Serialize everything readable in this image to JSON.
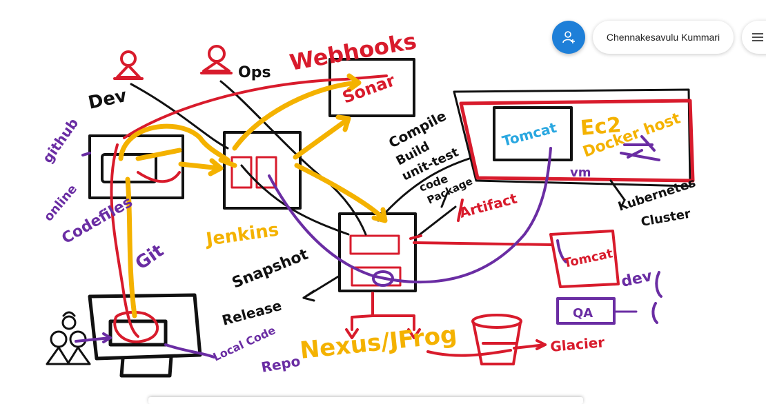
{
  "toolbar": {
    "user_name": "Chennakesavulu Kummari",
    "invite_icon": "add-person-icon",
    "menu_icon": "hamburger-menu-icon",
    "accent_color": "#1e7fd8"
  },
  "whiteboard": {
    "labels": {
      "dev": "Dev",
      "ops": "Ops",
      "github": "github",
      "webhooks": "Webhooks",
      "sonar": "Sonar",
      "compile_steps": [
        "Compile",
        "Build",
        "unit-test",
        "code",
        "Package"
      ],
      "tomcat_top": "Tomcat",
      "ec2": "Ec2",
      "docker_host": "Docker host",
      "vm": "vm",
      "kubernetes": [
        "Kubernetes",
        "Cluster"
      ],
      "artifact": "Artifact",
      "online": "online",
      "codefiles": "Codefiles",
      "git": "Git",
      "jenkins": "Jenkins",
      "snapshot": "Snapshot",
      "release": "Release",
      "tomcat_dev": "Tomcat",
      "dev_env": "dev",
      "qa": "QA",
      "local_code": "Local Code",
      "repo": "Repo",
      "nexus": "Nexus/JFrog",
      "glacier": "Glacier"
    }
  }
}
